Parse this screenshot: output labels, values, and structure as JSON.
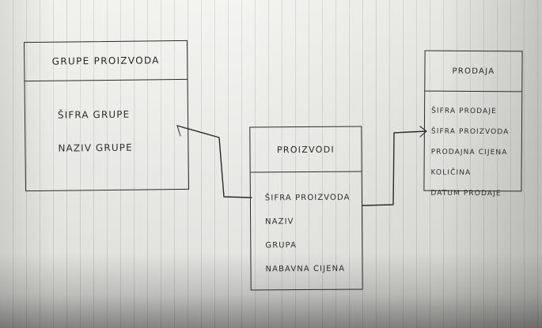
{
  "entities": {
    "grupe_proizvoda": {
      "title": "GRUPE PROIZVODA",
      "fields": [
        "ŠIFRA GRUPE",
        "NAZIV GRUPE"
      ]
    },
    "proizvodi": {
      "title": "PROIZVODI",
      "fields": [
        "ŠIFRA PROIZVODA",
        "NAZIV",
        "GRUPA",
        "NABAVNA CIJENA"
      ]
    },
    "prodaja": {
      "title": "PRODAJA",
      "fields": [
        "ŠIFRA PRODAJE",
        "ŠIFRA PROIZVODA",
        "PRODAJNA CIJENA",
        "KOLIČINA",
        "DATUM PRODAJE"
      ]
    }
  },
  "colors": {
    "ink": "#2a2a2a",
    "paper": "#ecece8",
    "grid": "#bdbdb8"
  }
}
